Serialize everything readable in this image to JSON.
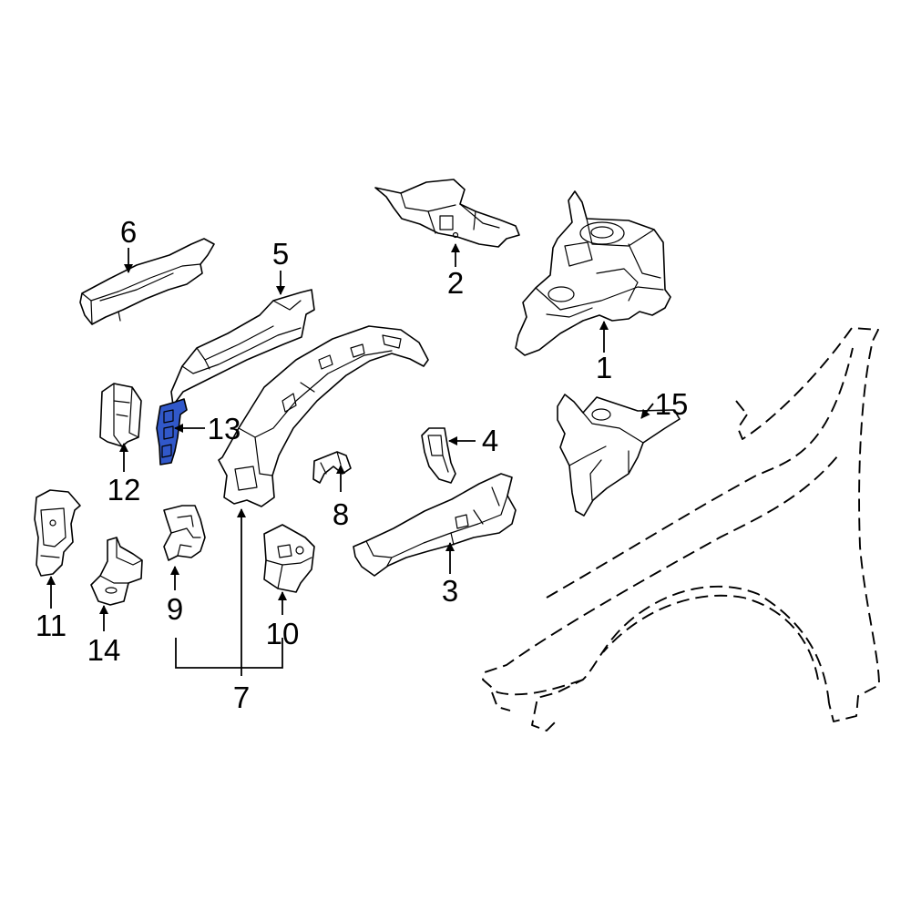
{
  "callouts": [
    "1",
    "2",
    "3",
    "4",
    "5",
    "6",
    "7",
    "8",
    "9",
    "10",
    "11",
    "12",
    "13",
    "14",
    "15"
  ],
  "colors": {
    "highlight": "#3158c9",
    "line": "#000000",
    "background": "#ffffff"
  }
}
